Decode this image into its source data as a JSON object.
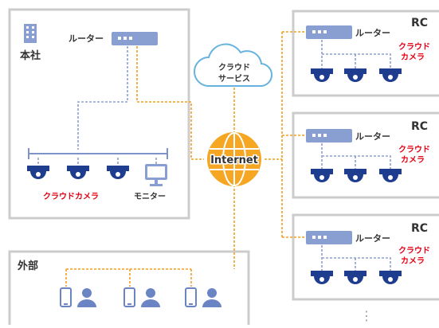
{
  "colors": {
    "box_border": "#cccccc",
    "device_blue": "#1e3d8f",
    "router_fill": "#8a9fd1",
    "line_blue": "#8da0cf",
    "line_orange": "#f0a020",
    "globe_fill": "#f5a623",
    "cloud_border": "#67b3e0",
    "accent_red": "#e60012",
    "person_fill": "#6b84c4"
  },
  "hq": {
    "title": "本社",
    "router_label": "ルーター",
    "camera_label": "クラウドカメラ",
    "monitor_label": "モニター",
    "building_icon": "building-icon",
    "camera_count": 3
  },
  "cloud": {
    "line1": "クラウド",
    "line2": "サービス"
  },
  "internet": {
    "label": "Internet"
  },
  "branches": [
    {
      "title": "RC",
      "router_label": "ルーター",
      "camera_line1": "クラウド",
      "camera_line2": "カメラ"
    },
    {
      "title": "RC",
      "router_label": "ルーター",
      "camera_line1": "クラウド",
      "camera_line2": "カメラ"
    },
    {
      "title": "RC",
      "router_label": "ルーター",
      "camera_line1": "クラウド",
      "camera_line2": "カメラ"
    }
  ],
  "branch_more": "⋮",
  "external": {
    "title": "外部",
    "user_count": 3
  }
}
